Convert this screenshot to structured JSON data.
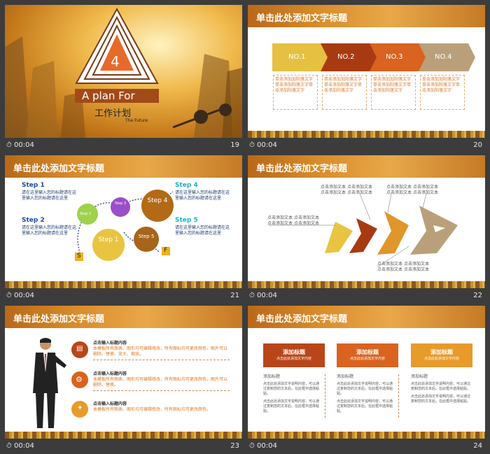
{
  "slides": [
    {
      "num": "19",
      "time": "00:04",
      "badge": "4",
      "title": "A plan For",
      "subtitle": "工作计划",
      "tag": "The Future"
    },
    {
      "num": "20",
      "time": "00:04",
      "header": "单击此处添加文字标题",
      "steps": [
        "NO.1",
        "NO.2",
        "NO.3",
        "NO.4"
      ],
      "body": "单击添加加阳落文字单击添加阳落文字单击添加阳落文字"
    },
    {
      "num": "21",
      "time": "00:04",
      "header": "单击此处添加文字标题",
      "items": [
        {
          "label": "Step 1",
          "text": "请在这里输入您的标题请在这里输入您的标题请在这里"
        },
        {
          "label": "Step 2",
          "text": "请在这里输入您的标题请在这里输入您的标题请在这里"
        },
        {
          "label": "Step 4",
          "text": "请在这里输入您的标题请在这里输入您的标题请在这里"
        },
        {
          "label": "Step 5",
          "text": "请在这里输入您的标题请在这里输入您的标题请在这里"
        }
      ],
      "circles": [
        "Step 2",
        "Step 3",
        "Step 4",
        "Step 1",
        "Step 5"
      ],
      "start": "S",
      "end": "F"
    },
    {
      "num": "22",
      "time": "00:04",
      "header": "单击此处添加文字标题",
      "label": "点击添加文本"
    },
    {
      "num": "23",
      "time": "00:04",
      "header": "单击此处添加文字标题",
      "rows": [
        {
          "title": "点击输入标题内容",
          "text": "本模板所有图表、图形均可编辑修改，所有图标均可更改颜色，图片可以删除、替换、放大、缩放。"
        },
        {
          "title": "点击输入标题内容",
          "text": "本模板所有图表、图形均可编辑修改，所有图标均可更改颜色，图片可以删除、替换。"
        },
        {
          "title": "点击输入标题内容",
          "text": "本模板所有图表、图形均可编辑修改，所有图标均可更改颜色。"
        }
      ]
    },
    {
      "num": "24",
      "time": "00:04",
      "header": "单击此处添加文字标题",
      "cards": [
        {
          "title": "添加标题",
          "sub": "点击此处添加文字内容",
          "color": "#b8461a"
        },
        {
          "title": "添加标题",
          "sub": "点击此处添加文字内容",
          "color": "#d9631f"
        },
        {
          "title": "添加标题",
          "sub": "点击此处添加文字内容",
          "color": "#e89a2a"
        }
      ],
      "colTitle": "添加标题",
      "colText": "点击此处添加文字说明内容，可以通过复制您的文本后，在此框中选择粘贴。"
    }
  ],
  "colors": {
    "accent": "#d9791f",
    "gold": "#e3a43a",
    "brown": "#9a5a18"
  }
}
